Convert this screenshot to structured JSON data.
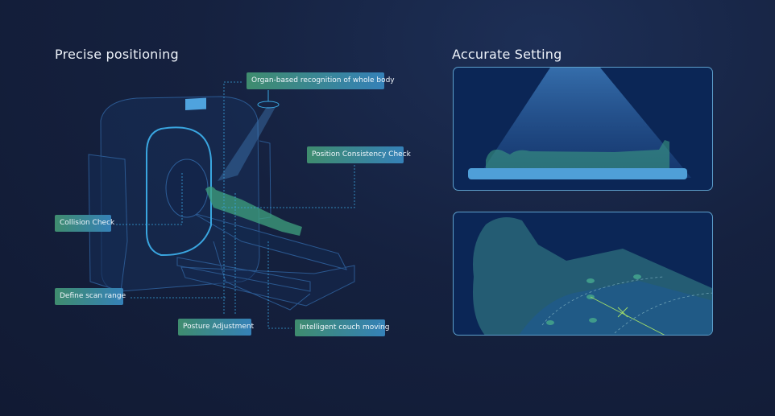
{
  "left": {
    "title": "Precise positioning",
    "labels": {
      "organ": "Organ-based recognition of whole body",
      "consistency": "Position Consistency Check",
      "collision": "Collision Check",
      "scan_range": "Define scan range",
      "posture": "Posture Adjustment",
      "couch": "Intelligent couch moving"
    }
  },
  "right": {
    "title": "Accurate Setting"
  },
  "colors": {
    "accent": "#3a9fd8",
    "tag_start": "#3f8c6e",
    "tag_end": "#3581b8",
    "line": "#3a9fd8"
  }
}
